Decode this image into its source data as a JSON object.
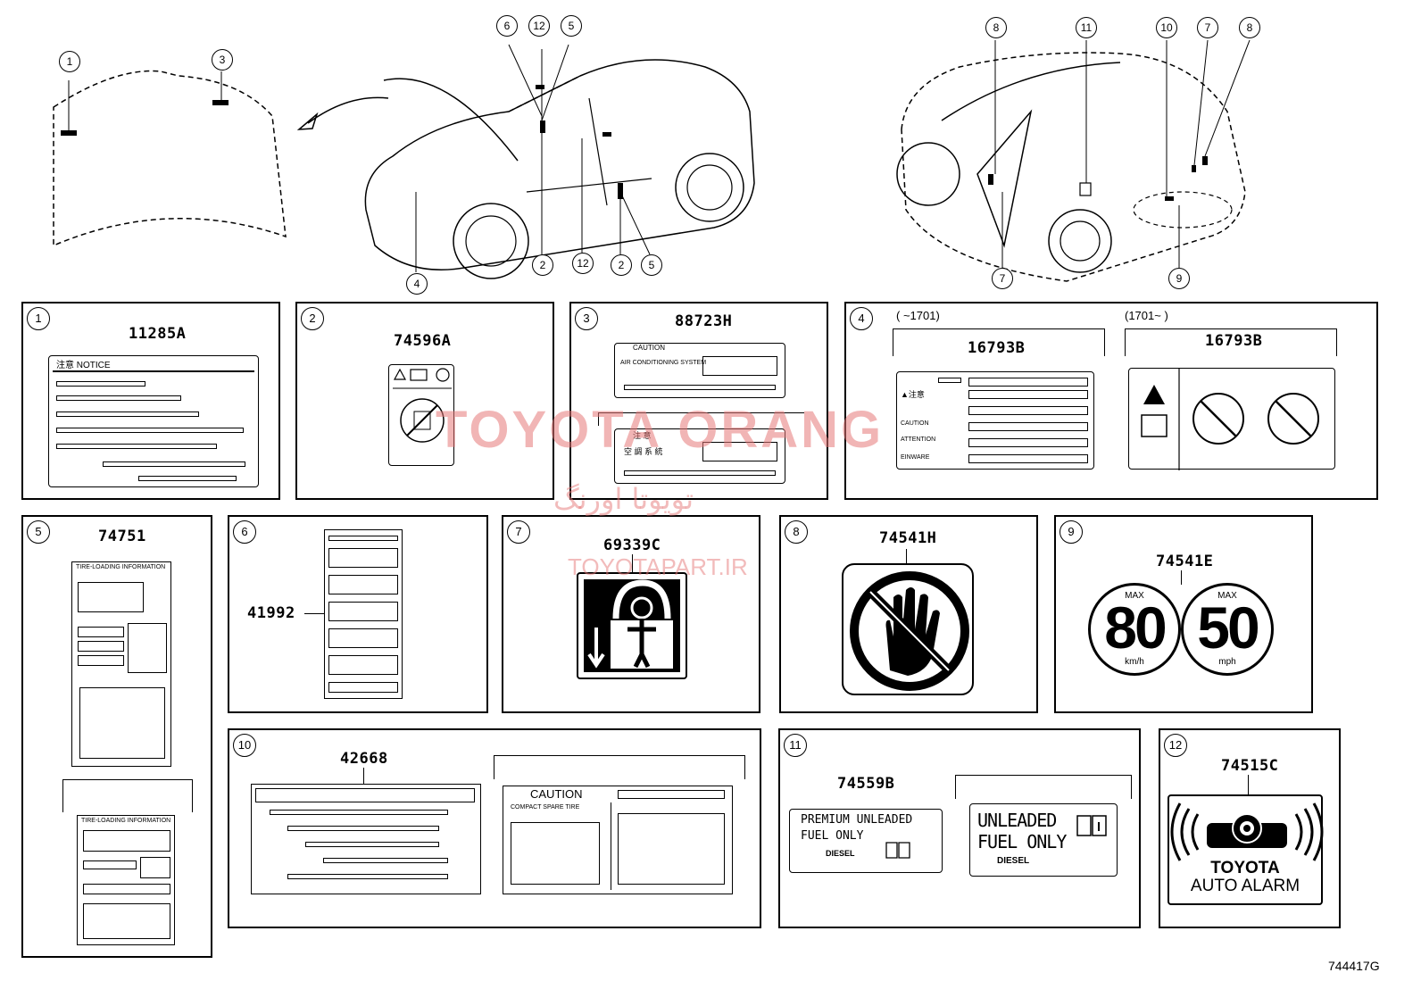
{
  "diagram_code": "744417G",
  "callouts": {
    "hood": [
      "1",
      "3"
    ],
    "front_car_top": [
      "6",
      "12",
      "5"
    ],
    "front_car_bottom": [
      "4",
      "2",
      "12",
      "2",
      "5"
    ],
    "rear_car_top": [
      "8",
      "11",
      "10",
      "7",
      "8"
    ],
    "rear_car_bottom": [
      "7",
      "9"
    ]
  },
  "panels": [
    {
      "num": "1",
      "part": "11285A",
      "text": "注意 NOTICE"
    },
    {
      "num": "2",
      "part": "74596A"
    },
    {
      "num": "3",
      "part": "88723H",
      "label_a": "CAUTION",
      "label_a_sub": "AIR CONDITIONING SYSTEM",
      "label_b": "注 意",
      "label_b_sub": "空 調 系 統"
    },
    {
      "num": "4",
      "range_a": "(    ~1701)",
      "range_b": "(1701~    )",
      "part_a": "16793B",
      "part_b": "16793B",
      "rows": [
        "▲注意",
        "CAUTION",
        "ATTENTION",
        "EINWARE"
      ]
    },
    {
      "num": "5",
      "part": "74751",
      "title": "TIRE-LOADING INFORMATION",
      "title_b": "TIRE-LOADING INFORMATION"
    },
    {
      "num": "6",
      "part": "41992"
    },
    {
      "num": "7",
      "part": "69339C"
    },
    {
      "num": "8",
      "part": "74541H"
    },
    {
      "num": "9",
      "part": "74541E",
      "max_a": "MAX",
      "val_a": "80",
      "unit_a": "km/h",
      "max_b": "MAX",
      "val_b": "50",
      "unit_b": "mph"
    },
    {
      "num": "10",
      "part": "42668",
      "caution": "CAUTION",
      "sub": "COMPACT SPARE TIRE"
    },
    {
      "num": "11",
      "part": "74559B",
      "fuel_a1": "PREMIUM UNLEADED",
      "fuel_a2": "FUEL ONLY",
      "fuel_a3": "DIESEL",
      "fuel_b1": "UNLEADED",
      "fuel_b2": "FUEL ONLY",
      "fuel_b3": "DIESEL"
    },
    {
      "num": "12",
      "part": "74515C",
      "brand": "TOYOTA",
      "alarm": "AUTO ALARM"
    }
  ],
  "watermark": {
    "line1": "TOYOTA ORANG",
    "line2": "تویوتا اورنگ",
    "line3": "TOYOTAPART.IR"
  },
  "colors": {
    "ink": "#000000",
    "watermark": "#e67878"
  }
}
